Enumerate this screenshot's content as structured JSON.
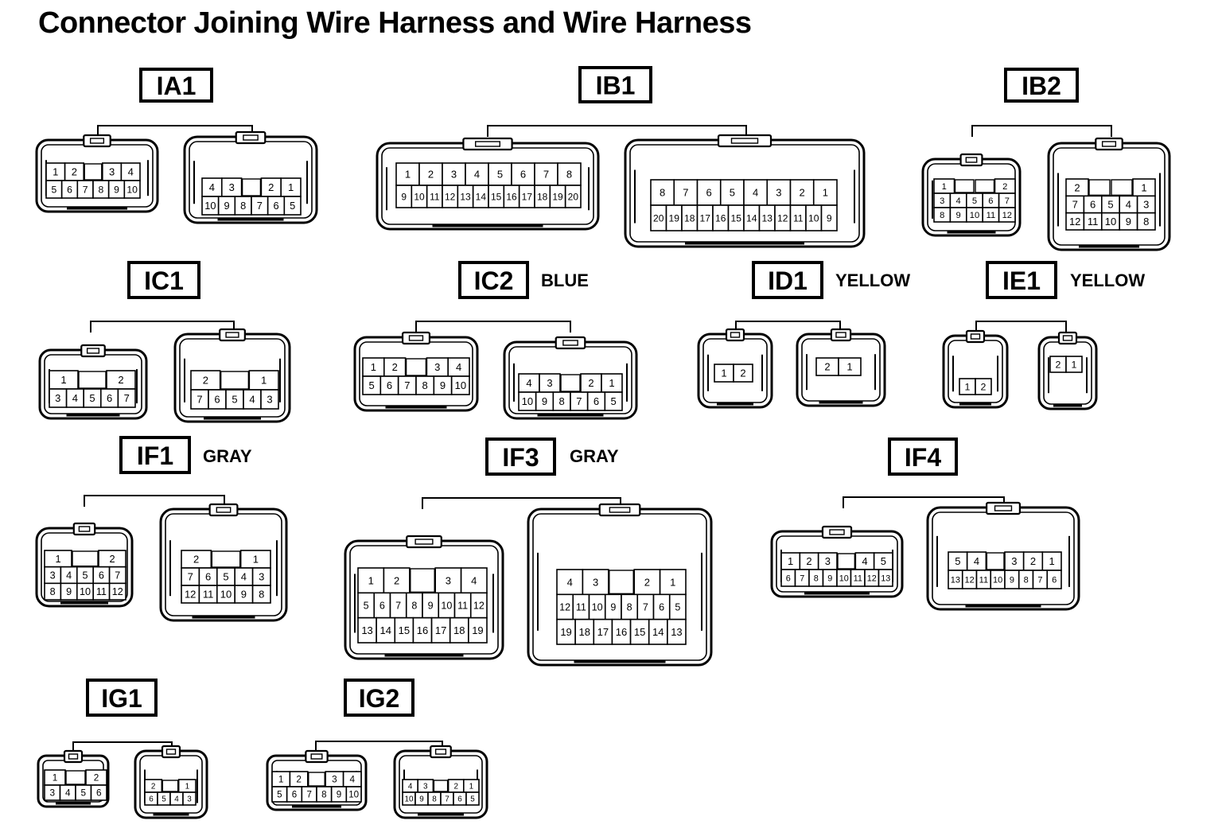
{
  "title": "Connector Joining Wire Harness and Wire Harness",
  "connectors": [
    {
      "code": "IA1",
      "color": "",
      "female": [
        [
          "1",
          "2",
          "",
          "3",
          "4"
        ],
        [
          "5",
          "6",
          "7",
          "8",
          "9",
          "10"
        ]
      ],
      "male": [
        [
          "4",
          "3",
          "",
          "2",
          "1"
        ],
        [
          "10",
          "9",
          "8",
          "7",
          "6",
          "5"
        ]
      ]
    },
    {
      "code": "IB1",
      "color": "",
      "female": [
        [
          "1",
          "2",
          "3",
          "4",
          "5",
          "6",
          "7",
          "8"
        ],
        [
          "9",
          "10",
          "11",
          "12",
          "13",
          "14",
          "15",
          "16",
          "17",
          "18",
          "19",
          "20"
        ]
      ],
      "male": [
        [
          "8",
          "7",
          "6",
          "5",
          "4",
          "3",
          "2",
          "1"
        ],
        [
          "20",
          "19",
          "18",
          "17",
          "16",
          "15",
          "14",
          "13",
          "12",
          "11",
          "10",
          "9"
        ]
      ]
    },
    {
      "code": "IB2",
      "color": "",
      "female": [
        [
          "1",
          "",
          "",
          "2"
        ],
        [
          "3",
          "4",
          "5",
          "6",
          "7"
        ],
        [
          "8",
          "9",
          "10",
          "11",
          "12"
        ]
      ],
      "male": [
        [
          "2",
          "",
          "",
          "1"
        ],
        [
          "7",
          "6",
          "5",
          "4",
          "3"
        ],
        [
          "12",
          "11",
          "10",
          "9",
          "8"
        ]
      ]
    },
    {
      "code": "IC1",
      "color": "",
      "female": [
        [
          "1",
          "",
          "2"
        ],
        [
          "3",
          "4",
          "5",
          "6",
          "7"
        ]
      ],
      "male": [
        [
          "2",
          "",
          "1"
        ],
        [
          "7",
          "6",
          "5",
          "4",
          "3"
        ]
      ]
    },
    {
      "code": "IC2",
      "color": "BLUE",
      "female": [
        [
          "1",
          "2",
          "",
          "3",
          "4"
        ],
        [
          "5",
          "6",
          "7",
          "8",
          "9",
          "10"
        ]
      ],
      "male": [
        [
          "4",
          "3",
          "",
          "2",
          "1"
        ],
        [
          "10",
          "9",
          "8",
          "7",
          "6",
          "5"
        ]
      ]
    },
    {
      "code": "ID1",
      "color": "YELLOW",
      "female": [
        [
          "1",
          "2"
        ]
      ],
      "male": [
        [
          "2",
          "1"
        ]
      ]
    },
    {
      "code": "IE1",
      "color": "YELLOW",
      "female": [
        [
          "1",
          "2"
        ]
      ],
      "male": [
        [
          "2",
          "1"
        ]
      ]
    },
    {
      "code": "IF1",
      "color": "GRAY",
      "female": [
        [
          "1",
          "",
          "2"
        ],
        [
          "3",
          "4",
          "5",
          "6",
          "7"
        ],
        [
          "8",
          "9",
          "10",
          "11",
          "12"
        ]
      ],
      "male": [
        [
          "2",
          "",
          "1"
        ],
        [
          "7",
          "6",
          "5",
          "4",
          "3"
        ],
        [
          "12",
          "11",
          "10",
          "9",
          "8"
        ]
      ]
    },
    {
      "code": "IF3",
      "color": "GRAY",
      "female": [
        [
          "1",
          "2",
          "",
          "3",
          "4"
        ],
        [
          "5",
          "6",
          "7",
          "8",
          "9",
          "10",
          "11",
          "12"
        ],
        [
          "13",
          "14",
          "15",
          "16",
          "17",
          "18",
          "19"
        ]
      ],
      "male": [
        [
          "4",
          "3",
          "",
          "2",
          "1"
        ],
        [
          "12",
          "11",
          "10",
          "9",
          "8",
          "7",
          "6",
          "5"
        ],
        [
          "19",
          "18",
          "17",
          "16",
          "15",
          "14",
          "13"
        ]
      ]
    },
    {
      "code": "IF4",
      "color": "",
      "female": [
        [
          "1",
          "2",
          "3",
          "",
          "4",
          "5"
        ],
        [
          "6",
          "7",
          "8",
          "9",
          "10",
          "11",
          "12",
          "13"
        ]
      ],
      "male": [
        [
          "5",
          "4",
          "",
          "3",
          "2",
          "1"
        ],
        [
          "13",
          "12",
          "11",
          "10",
          "9",
          "8",
          "7",
          "6"
        ]
      ]
    },
    {
      "code": "IG1",
      "color": "",
      "female": [
        [
          "1",
          "",
          "2"
        ],
        [
          "3",
          "4",
          "5",
          "6"
        ]
      ],
      "male": [
        [
          "2",
          "",
          "1"
        ],
        [
          "6",
          "5",
          "4",
          "3"
        ]
      ]
    },
    {
      "code": "IG2",
      "color": "",
      "female": [
        [
          "1",
          "2",
          "",
          "3",
          "4"
        ],
        [
          "5",
          "6",
          "7",
          "8",
          "9",
          "10"
        ]
      ],
      "male": [
        [
          "4",
          "3",
          "",
          "2",
          "1"
        ],
        [
          "10",
          "9",
          "8",
          "7",
          "6",
          "5"
        ]
      ]
    }
  ]
}
